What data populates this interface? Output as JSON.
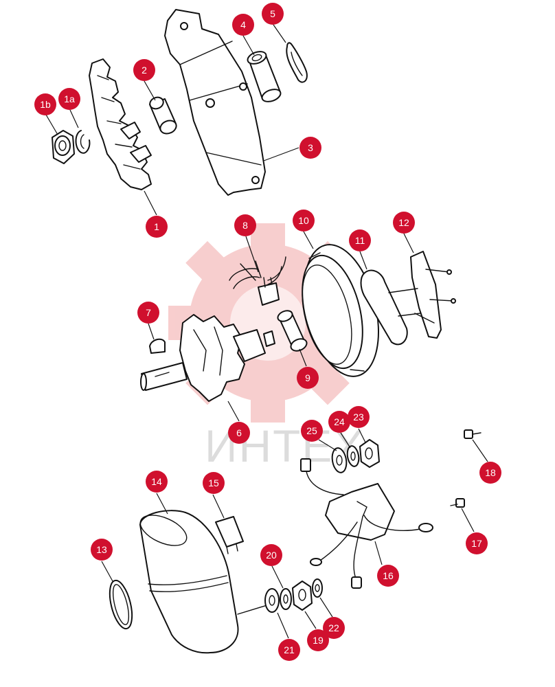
{
  "watermark": {
    "text": "ИНТЕХ",
    "color": "#f7c9c9"
  },
  "callout_color": "#d0102e",
  "callouts": [
    "1b",
    "1a",
    "1",
    "2",
    "3",
    "4",
    "5",
    "8",
    "10",
    "11",
    "12",
    "7",
    "9",
    "6",
    "25",
    "24",
    "23",
    "18",
    "14",
    "15",
    "16",
    "17",
    "13",
    "20",
    "21",
    "19",
    "22"
  ]
}
